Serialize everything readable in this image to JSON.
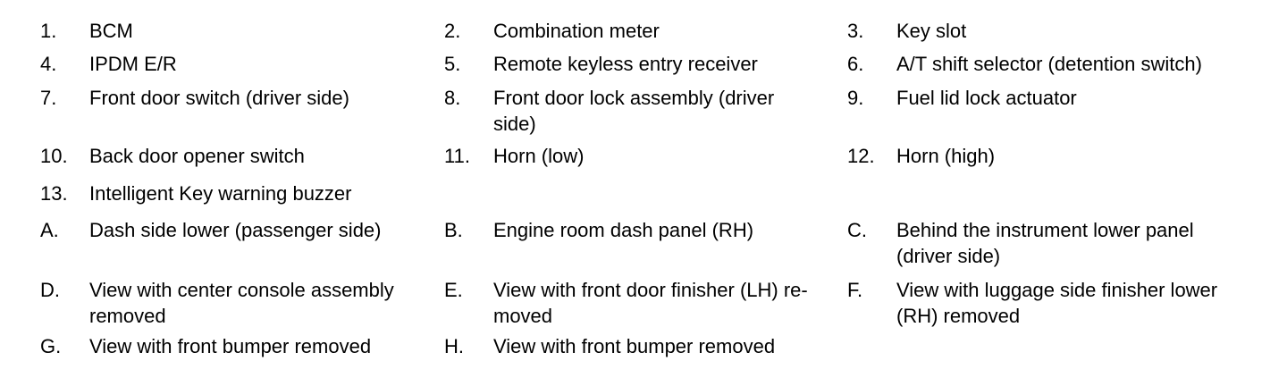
{
  "page": {
    "background_color": "#ffffff",
    "text_color": "#000000"
  },
  "legend": {
    "rows": [
      {
        "cells": [
          {
            "label": "1.",
            "text": "BCM"
          },
          {
            "label": "2.",
            "text": "Combination meter"
          },
          {
            "label": "3.",
            "text": "Key slot"
          }
        ]
      },
      {
        "cells": [
          {
            "label": "4.",
            "text": "IPDM E/R"
          },
          {
            "label": "5.",
            "text": "Remote keyless entry receiver"
          },
          {
            "label": "6.",
            "text": "A/T shift selector (detention switch)"
          }
        ]
      },
      {
        "cells": [
          {
            "label": "7.",
            "text": "Front door switch (driver side)"
          },
          {
            "label": "8.",
            "text": "Front door lock assembly (driver\nside)"
          },
          {
            "label": "9.",
            "text": "Fuel lid lock actuator"
          }
        ]
      },
      {
        "cells": [
          {
            "label": "10.",
            "text": "Back door opener switch"
          },
          {
            "label": "11.",
            "text": "Horn (low)"
          },
          {
            "label": "12.",
            "text": "Horn (high)"
          }
        ]
      },
      {
        "cells": [
          {
            "label": "13.",
            "text": "Intelligent Key warning buzzer"
          }
        ]
      },
      {
        "cells": [
          {
            "label": "A.",
            "text": "Dash side lower (passenger side)"
          },
          {
            "label": "B.",
            "text": "Engine room dash panel (RH)"
          },
          {
            "label": "C.",
            "text": "Behind the instrument lower panel\n(driver side)"
          }
        ]
      },
      {
        "cells": [
          {
            "label": "D.",
            "text": "View with center console assembly\nremoved"
          },
          {
            "label": "E.",
            "text": "View with front door finisher (LH) re-\nmoved"
          },
          {
            "label": "F.",
            "text": "View with luggage side finisher lower\n(RH) removed"
          }
        ]
      },
      {
        "cells": [
          {
            "label": "G.",
            "text": "View with front bumper removed"
          },
          {
            "label": "H.",
            "text": "View with front bumper removed"
          }
        ]
      }
    ]
  }
}
